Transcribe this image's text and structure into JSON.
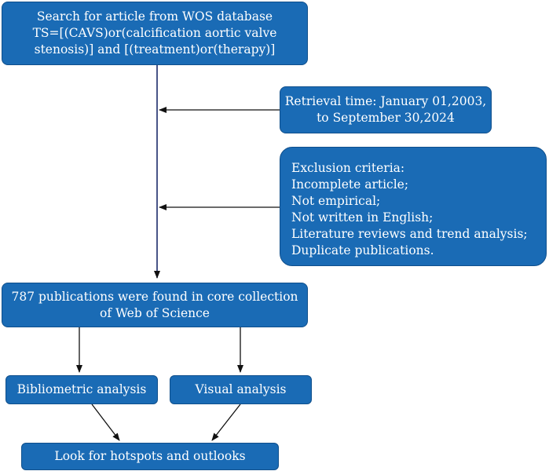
{
  "search": {
    "lines": [
      "Search for article from WOS database",
      "TS=[(CAVS)or(calcification aortic valve",
      "stenosis)] and [(treatment)or(therapy)]"
    ]
  },
  "retrieval": {
    "lines": [
      "Retrieval time: January 01,2003,",
      "to September 30,2024"
    ]
  },
  "exclusion": {
    "lines": [
      "Exclusion criteria:",
      "Incomplete article;",
      "Not empirical;",
      "Not written in English;",
      "Literature reviews and trend analysis;",
      "Duplicate publications."
    ]
  },
  "found": {
    "lines": [
      "787 publications were found in core collection",
      "of Web of Science"
    ]
  },
  "bibliometric": {
    "label": "Bibliometric analysis"
  },
  "visual": {
    "label": "Visual analysis"
  },
  "hotspots": {
    "label": "Look for hotspots and outlooks"
  },
  "colors": {
    "box_fill": "#1a6bb5",
    "box_text": "#ffffff",
    "main_line": "#1b2a6b",
    "arrow": "#111111"
  }
}
